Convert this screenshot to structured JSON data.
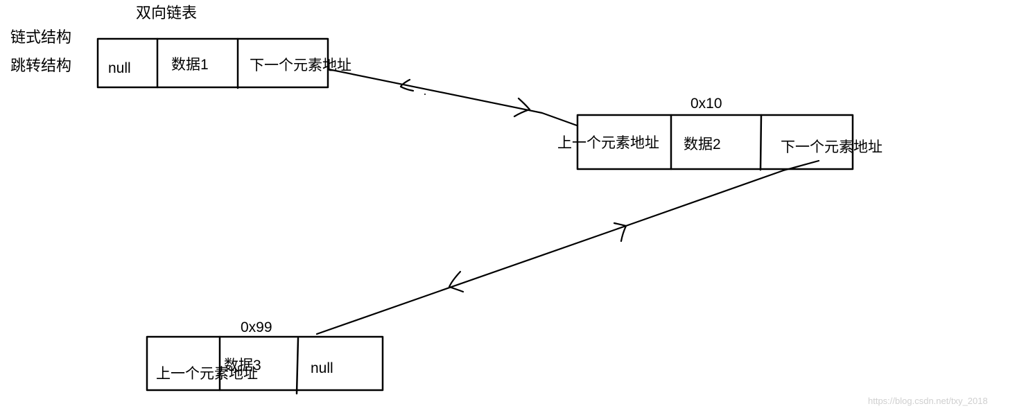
{
  "title": "双向链表",
  "side_labels": [
    "链式结构",
    "跳转结构"
  ],
  "nodes": [
    {
      "address": "",
      "cells": [
        "null",
        "数据1",
        "下一个元素地址"
      ]
    },
    {
      "address": "0x10",
      "cells": [
        "上一个元素地址",
        "数据2",
        "下一个元素地址"
      ]
    },
    {
      "address": "0x99",
      "cells": [
        "上一个元素地址",
        "数据3",
        "null"
      ]
    }
  ],
  "watermark": "https://blog.csdn.net/txy_2018"
}
